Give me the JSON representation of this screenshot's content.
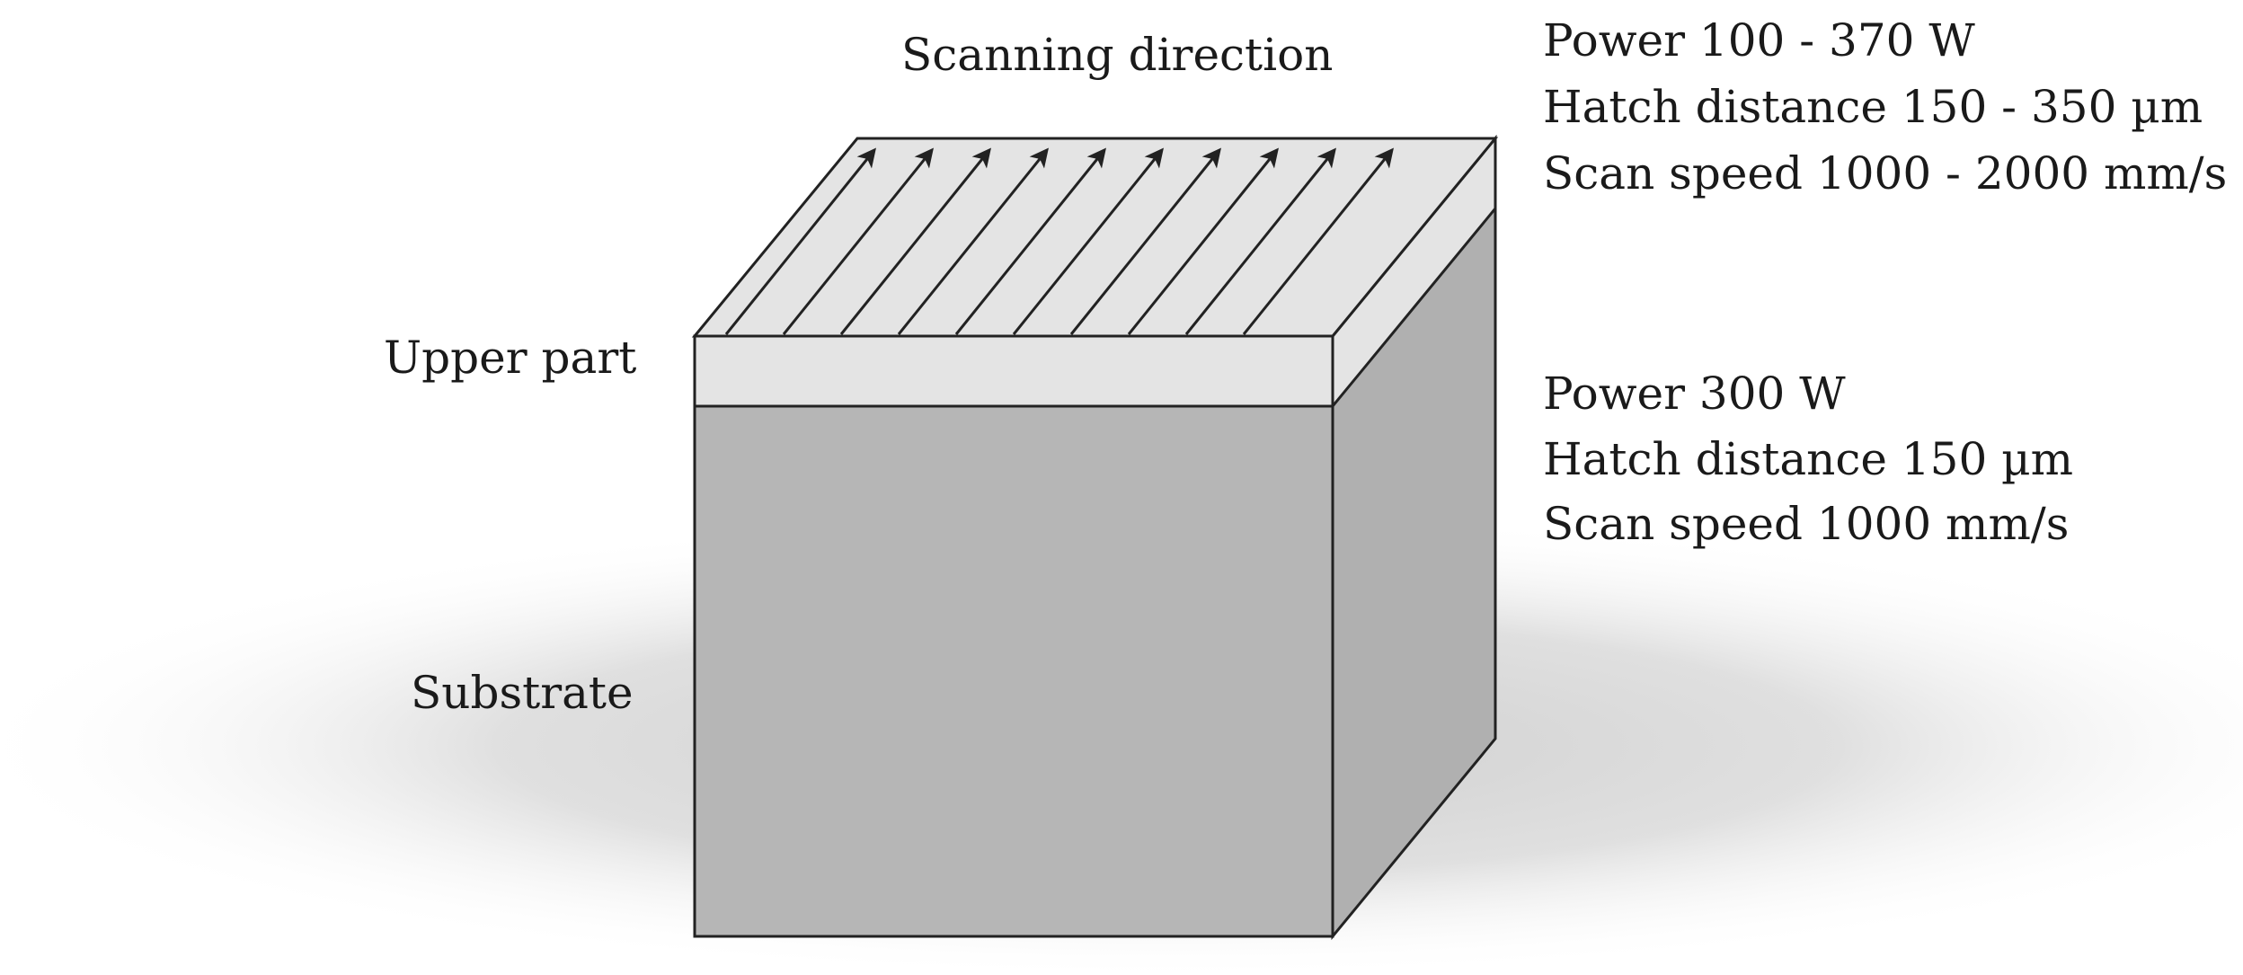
{
  "diagram": {
    "scanning_direction_label": "Scanning direction",
    "upper_part_label": "Upper part",
    "substrate_label": "Substrate",
    "upper_params": {
      "power": "Power 100 - 370 W",
      "hatch": "Hatch distance  150 - 350 µm",
      "speed": "Scan speed  1000 - 2000 mm/s"
    },
    "substrate_params": {
      "power": "Power 300 W",
      "hatch": "Hatch distance  150 µm",
      "speed": "Scan speed  1000 mm/s"
    },
    "scan_track_count": 10,
    "colors": {
      "top_face": "#e4e4e4",
      "upper_layer": "#e4e4e4",
      "substrate_front": "#b6b6b6",
      "substrate_side": "#b0b0b0",
      "outline": "#222222",
      "arrow": "#222222",
      "shadow": "#d6d6d6"
    }
  }
}
